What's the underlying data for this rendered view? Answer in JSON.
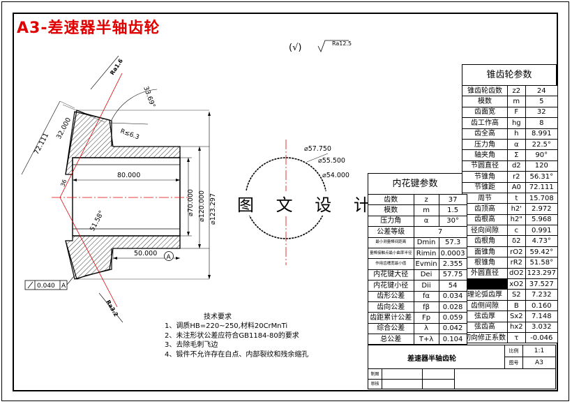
{
  "title": "A3-差速器半轴齿轮",
  "surface_mark": {
    "paren": "(√)",
    "value": "Ra12.5"
  },
  "roughness_tags": [
    "Ra1.6",
    "Ra3.2"
  ],
  "watermark": "图 文 设 计",
  "dimensions": {
    "d_57_75": "⌀57.750",
    "d_55_5": "⌀55.500",
    "d_54": "⌀54.000",
    "len_80": "80.000",
    "len_50": "50.000",
    "d_70": "⌀70.000",
    "d_120": "⌀120.000",
    "d_123": "⌀123.297",
    "len_72": "72.111",
    "len_32": "32.000",
    "len_33": "33.69°",
    "ang_51": "51.58°",
    "ang_36": "36",
    "radius": "R≤6.3",
    "datum": "A",
    "tolerance_value": "0.040",
    "tolerance_datum": "A"
  },
  "bevel_table": {
    "title": "锥齿轮参数",
    "rows": [
      [
        "锥齿轮齿数",
        "z2",
        "24"
      ],
      [
        "模数",
        "m",
        "5"
      ],
      [
        "齿面宽",
        "F",
        "32"
      ],
      [
        "齿工作高",
        "hg",
        "8"
      ],
      [
        "齿全高",
        "h",
        "8.991"
      ],
      [
        "压力角",
        "α",
        "22.5°"
      ],
      [
        "轴夹角",
        "Σ",
        "90°"
      ],
      [
        "节圆直径",
        "d2",
        "120"
      ],
      [
        "节锥角",
        "r2",
        "56.31°"
      ],
      [
        "节锥距",
        "A0",
        "72.111"
      ],
      [
        "周节",
        "t",
        "15.708"
      ],
      [
        "齿顶高",
        "h2'",
        "2.972"
      ],
      [
        "齿根高",
        "h2\"",
        "5.968"
      ],
      [
        "径向间隙",
        "c",
        "0.991"
      ],
      [
        "齿根角",
        "δ2",
        "4.73°"
      ],
      [
        "面锥角",
        "rO2",
        "59.42°"
      ],
      [
        "根锥角",
        "rR2",
        "51.58°"
      ],
      [
        "外圆直径",
        "dO2",
        "123.297"
      ],
      [
        "",
        "xO2",
        "37.527"
      ],
      [
        "理论弧齿厚",
        "S2",
        "7.232"
      ],
      [
        "齿侧间隙",
        "B",
        "0.160"
      ],
      [
        "弦齿厚",
        "Sx2",
        "7.148"
      ],
      [
        "弦齿高",
        "hx2",
        "3.032"
      ],
      [
        "切向修正系数",
        "τ",
        "-0.046"
      ]
    ]
  },
  "spline_table": {
    "title": "内花键参数",
    "rows": [
      [
        "齿数",
        "z",
        "37"
      ],
      [
        "模数",
        "m",
        "1.5"
      ],
      [
        "压力角",
        "α",
        "30°"
      ],
      [
        "公差等级",
        "",
        "7"
      ],
      [
        "最小测量棒间距离",
        "Dmin",
        "57.3"
      ],
      [
        "量棒接触点最小曲率半径",
        "Rimin",
        "0.0003"
      ],
      [
        "作用齿槽宽最小值",
        "Evmin",
        "2.355"
      ],
      [
        "内花键大径",
        "Dei",
        "57.75"
      ],
      [
        "内花键小径",
        "Dii",
        "54"
      ],
      [
        "齿形公差",
        "fα",
        "0.034"
      ],
      [
        "齿向公差",
        "fβ",
        "0.028"
      ],
      [
        "齿距累计公差",
        "Fp",
        "0.059"
      ],
      [
        "综合公差",
        "λ",
        "0.042"
      ],
      [
        "总公差",
        "T+λ",
        "0.104"
      ]
    ]
  },
  "requirements": {
    "title": "技术要求",
    "items": [
      "1、调质HB=220~250,材料20CrMnTi",
      "2、未注形状公差应符合GB1184-80的要求",
      "3、去除毛刺飞边",
      "4、锻件不允许存在白点、内部裂纹和残余缩孔"
    ]
  },
  "title_block": {
    "name": "差速器半轴齿轮",
    "scale_label": "比例",
    "scale": "1:1",
    "sheet_label": "图号",
    "sheet": "A3",
    "drawn_label": "制图",
    "check_label": "审核"
  }
}
